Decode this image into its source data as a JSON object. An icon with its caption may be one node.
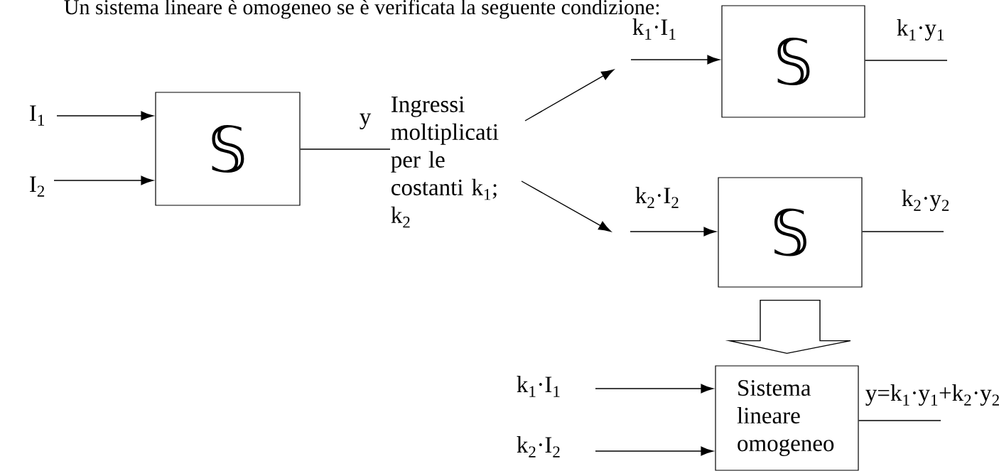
{
  "diagram": {
    "title": "Un sistema lineare è omogeneo se è verificata la seguente condizione:",
    "nodes": [
      {
        "text": [
          "𝕊"
        ]
      },
      {
        "text": [
          "Ingressi moltiplicati per le costanti k$_{1}$; k$_{2}$"
        ]
      },
      {
        "text": [
          "𝕊"
        ]
      },
      {
        "text": [
          "𝕊"
        ]
      },
      {
        "text": [
          "Sistema lineare omogeneo"
        ]
      }
    ],
    "edges": [
      {
        "from": null,
        "to": 0,
        "arrow": "to"
      },
      {
        "from": null,
        "to": 0,
        "arrow": "to"
      },
      {
        "from": 0,
        "to": 1,
        "arrow": "none"
      },
      {
        "from": 1,
        "to": null,
        "arrow": "to"
      },
      {
        "from": 1,
        "to": null,
        "arrow": "to"
      },
      {
        "from": null,
        "to": 2,
        "arrow": "to"
      },
      {
        "from": 2,
        "to": null,
        "arrow": "none"
      },
      {
        "from": null,
        "to": 3,
        "arrow": "to"
      },
      {
        "from": 3,
        "to": null,
        "arrow": "none"
      },
      {
        "from": 3,
        "to": 4,
        "arrow": "to",
        "style": "thick"
      },
      {
        "from": null,
        "to": 4,
        "arrow": "to"
      },
      {
        "from": null,
        "to": 4,
        "arrow": "to"
      },
      {
        "from": 4,
        "to": null,
        "arrow": "none"
      }
    ],
    "labels": [
      "I$_{1}$",
      "I$_{2}$",
      "y",
      "k$_{1}$·I$_{1}$",
      "k$_{1}$·y$_{1}$",
      "k$_{2}$·I$_{2}$",
      "k$_{2}$·y$_{2}$",
      "k$_{1}$·I$_{1}$",
      "k$_{2}$·I$_{2}$",
      "y=k$_{1}$·y$_{1}$+k$_{2}$·y$_{2}$"
    ]
  }
}
